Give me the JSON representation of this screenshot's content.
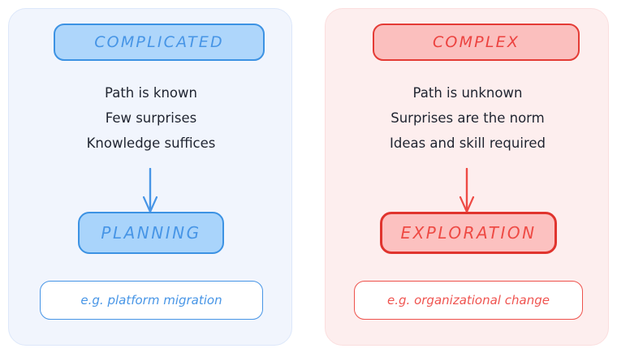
{
  "colors": {
    "blue_panel_bg": "#f1f5fd",
    "blue_panel_border": "#dce7fa",
    "blue_chip_fill": "#aed6fb",
    "blue_chip_border": "#3c92e3",
    "blue_text": "#4795e6",
    "red_panel_bg": "#fdeeee",
    "red_panel_border": "#fbdede",
    "red_chip_fill": "#fbbfbe",
    "red_chip_border": "#e43b35",
    "red_text": "#ec4340",
    "body_text": "#1f2430",
    "example_fill": "#ffffff"
  },
  "panels": [
    {
      "id": "complicated",
      "title": "COMPLICATED",
      "lines": [
        "Path is known",
        "Few surprises",
        "Knowledge suffices"
      ],
      "arrow": "down-arrow-icon",
      "outcome": "PLANNING",
      "example": "e.g. platform migration"
    },
    {
      "id": "complex",
      "title": "COMPLEX",
      "lines": [
        "Path is unknown",
        "Surprises are the norm",
        "Ideas and skill required"
      ],
      "arrow": "down-arrow-icon",
      "outcome": "EXPLORATION",
      "example": "e.g. organizational change"
    }
  ]
}
